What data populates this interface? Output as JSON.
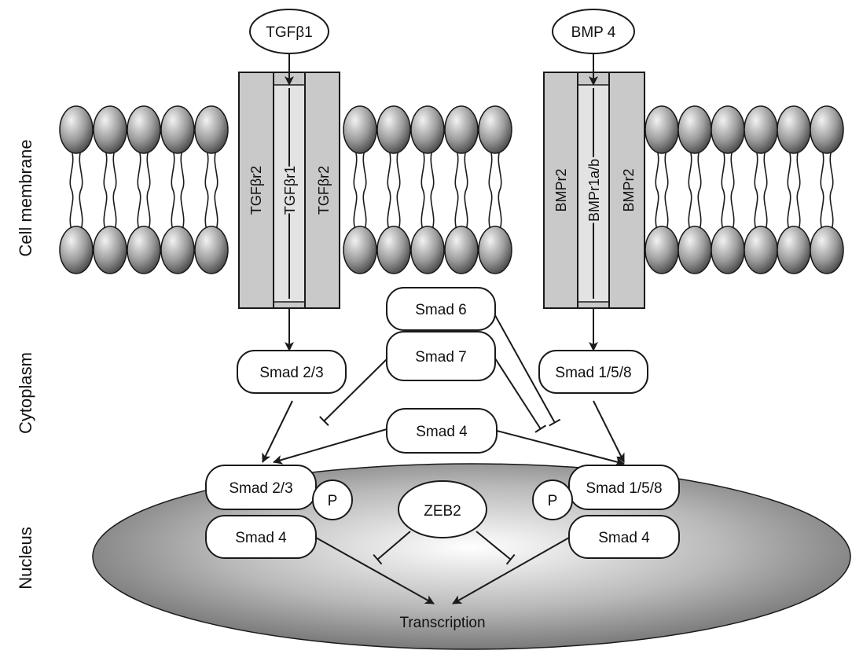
{
  "side_labels": {
    "membrane": "Cell membrane",
    "cytoplasm": "Cytoplasm",
    "nucleus": "Nucleus"
  },
  "ligands": {
    "tgf": "TGFβ1",
    "bmp": "BMP 4"
  },
  "receptors": {
    "tgf_left": "TGFβr2",
    "tgf_mid": "TGFβr1",
    "tgf_right": "TGFβr2",
    "bmp_left": "BMPr2",
    "bmp_mid": "BMPr1a/b",
    "bmp_right": "BMPr2"
  },
  "smads": {
    "smad6": "Smad 6",
    "smad7": "Smad 7",
    "smad4_center": "Smad 4",
    "smad23_cyto": "Smad 2/3",
    "smad158_cyto": "Smad 1/5/8",
    "smad23_nuc": "Smad 2/3",
    "smad4_left": "Smad 4",
    "smad158_nuc": "Smad 1/5/8",
    "smad4_right": "Smad 4"
  },
  "phospho": {
    "left": "P",
    "right": "P"
  },
  "zeb2": "ZEB2",
  "transcription": "Transcription",
  "colors": {
    "receptor_fill": "#c9c9c9",
    "receptor_inner": "#e3e3e3",
    "stroke": "#1a1a1a",
    "nucleus_center": "#ffffff",
    "nucleus_edge": "#7a7a7a",
    "lipid_head_light": "#f2f2f2",
    "lipid_head_dark": "#3a3a3a"
  }
}
